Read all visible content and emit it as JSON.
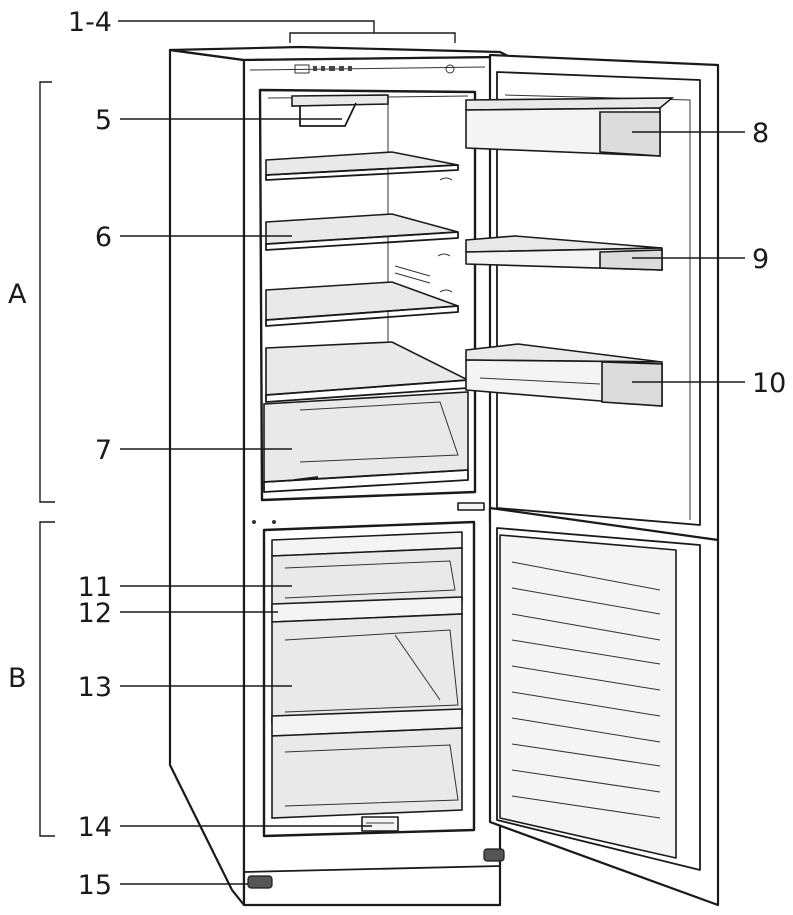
{
  "labels": {
    "l1_4": "1-4",
    "l5": "5",
    "l6": "6",
    "l7": "7",
    "l8": "8",
    "l9": "9",
    "l10": "10",
    "l11": "11",
    "l12": "12",
    "l13": "13",
    "l14": "14",
    "l15": "15",
    "groupA": "A",
    "groupB": "B"
  }
}
